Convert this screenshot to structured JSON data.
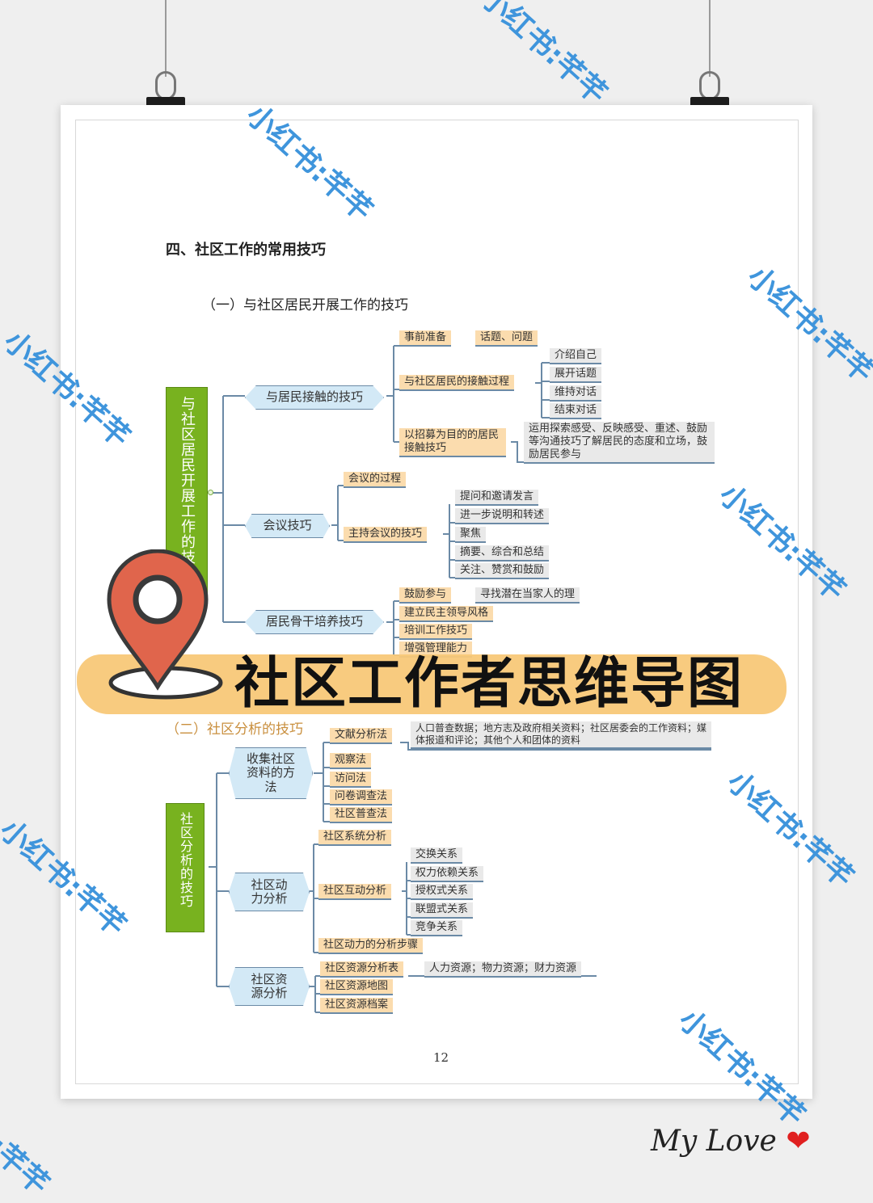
{
  "headings": {
    "section": "四、社区工作的常用技巧",
    "sub1": "（一）与社区居民开展工作的技巧",
    "sub2": "（二）社区分析的技巧"
  },
  "overlay_title": "社区工作者思维导图",
  "map1": {
    "root": "与社区居民开展工作的技巧",
    "b1": {
      "label": "与居民接触的技巧",
      "prep": "事前准备",
      "prep_detail": "话题、问题",
      "process": "与社区居民的接触过程",
      "process_steps": [
        "介绍自己",
        "展开话题",
        "维持对话",
        "结束对话"
      ],
      "recruit": "以招募为目的的居民接触技巧",
      "recruit_detail": "运用探索感受、反映感受、重述、鼓励等沟通技巧了解居民的态度和立场，鼓励居民参与"
    },
    "b2": {
      "label": "会议技巧",
      "process": "会议的过程",
      "host": "主持会议的技巧",
      "host_items": [
        "提问和邀请发言",
        "进一步说明和转述",
        "聚焦",
        "摘要、综合和总结",
        "关注、赞赏和鼓励"
      ]
    },
    "b3": {
      "label": "居民骨干培养技巧",
      "items": [
        "鼓励参与",
        "建立民主领导风格",
        "培训工作技巧",
        "增强管理能力"
      ],
      "detail": "寻找潜在当家人的理"
    }
  },
  "map2": {
    "root": "社区分析的技巧",
    "b1": {
      "label": "收集社区资料的方法",
      "doc": "文献分析法",
      "doc_detail": "人口普查数据；地方志及政府相关资料；社区居委会的工作资料；媒体报道和评论；其他个人和团体的资料",
      "methods": [
        "观察法",
        "访问法",
        "问卷调查法",
        "社区普查法"
      ]
    },
    "b2": {
      "label": "社区动力分析",
      "system": "社区系统分析",
      "interaction": "社区互动分析",
      "relations": [
        "交换关系",
        "权力依赖关系",
        "授权式关系",
        "联盟式关系",
        "竞争关系"
      ],
      "steps": "社区动力的分析步骤"
    },
    "b3": {
      "label": "社区资源分析",
      "table": "社区资源分析表",
      "table_detail": "人力资源；物力资源；财力资源",
      "map": "社区资源地图",
      "archive": "社区资源档案"
    }
  },
  "page_number": "12",
  "watermark": "小红书:芊芊",
  "signature": "My Love",
  "colors": {
    "root": "#78b21f",
    "main_node": "#d3e9f6",
    "sub_node": "#fbdcae",
    "leaf_node": "#e9e9e9",
    "watermark": "#3f95dc",
    "band": "#f8c878",
    "pin": "#e0654c"
  }
}
